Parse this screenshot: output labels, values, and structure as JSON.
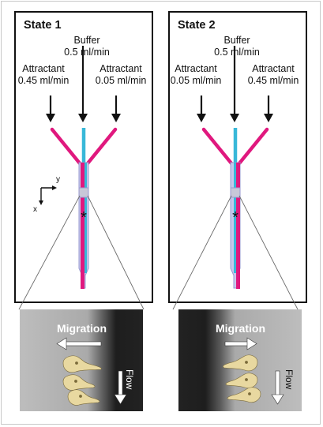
{
  "panels": [
    {
      "state_label": "State 1",
      "buffer": {
        "label": "Buffer",
        "rate": "0.5 ml/min"
      },
      "left_attractant": {
        "label": "Attractant",
        "rate": "0.45 ml/min"
      },
      "right_attractant": {
        "label": "Attractant",
        "rate": "0.05 ml/min"
      },
      "migration_label": "Migration",
      "migration_direction": "left",
      "flow_label": "Flow"
    },
    {
      "state_label": "State 2",
      "buffer": {
        "label": "Buffer",
        "rate": "0.5 ml/min"
      },
      "left_attractant": {
        "label": "Attractant",
        "rate": "0.05 ml/min"
      },
      "right_attractant": {
        "label": "Attractant",
        "rate": "0.45 ml/min"
      },
      "migration_label": "Migration",
      "migration_direction": "right",
      "flow_label": "Flow"
    }
  ],
  "axes": {
    "x": "x",
    "y": "y"
  },
  "colors": {
    "attractant": "#e0187e",
    "buffer": "#38b8d8",
    "channel_outline": "#9a9ad0",
    "cell": "#e8d8a0",
    "micro_bg": "#b4b4b4",
    "micro_dark": "#1e1e1e"
  }
}
